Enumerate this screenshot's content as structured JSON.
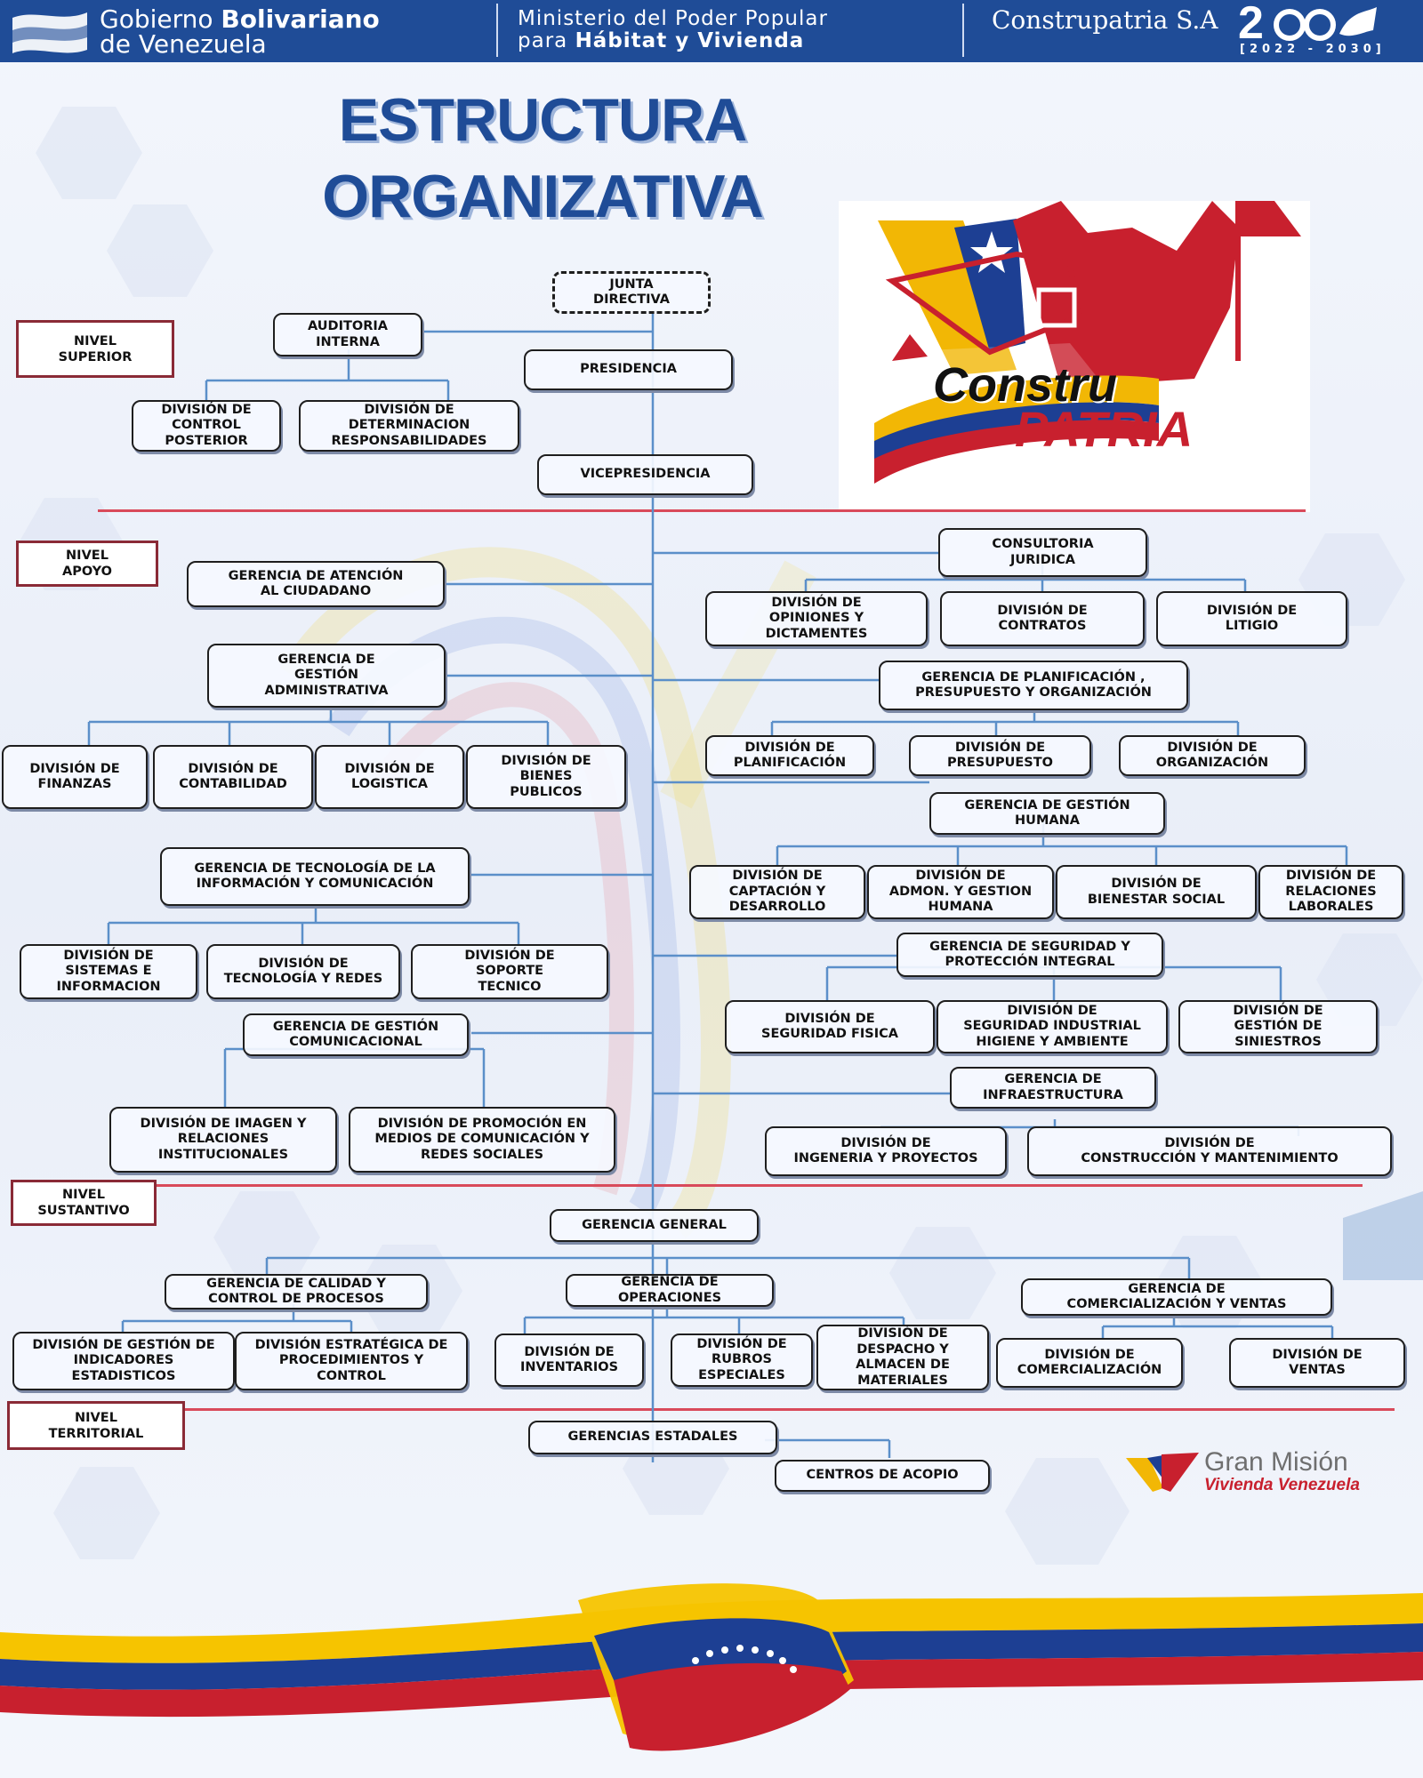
{
  "header": {
    "gov_line1_a": "Gobierno ",
    "gov_line1_b": "Bolivariano",
    "gov_line2": "de Venezuela",
    "ministry_line1": "Ministerio del Poder Popular",
    "ministry_line2_a": "para ",
    "ministry_line2_b": "Hábitat y Vivienda",
    "company": "Construpatria S.A",
    "plan_years": "[2022 - 2030]",
    "plan_mark": "2"
  },
  "title": {
    "line1": "ESTRUCTURA",
    "line2": "ORGANIZATIVA"
  },
  "logo": {
    "word1": "Constru",
    "word2": "PATRIA"
  },
  "colors": {
    "header_blue": "#1f4c97",
    "title_blue": "#1f4c97",
    "level_red": "#8a2a36",
    "line_red": "#d94a5a",
    "connector_blue": "#5b8fc9",
    "flag_yellow": "#f6c400",
    "flag_blue": "#1d3f93",
    "flag_red": "#c8202e"
  },
  "levels": {
    "superior": "NIVEL\nSUPERIOR",
    "apoyo": "NIVEL\nAPOYO",
    "sustantivo": "NIVEL\nSUSTANTIVO",
    "territorial": "NIVEL\nTERRITORIAL"
  },
  "units": {
    "junta": "JUNTA\nDIRECTIVA",
    "presidencia": "PRESIDENCIA",
    "auditoria": "AUDITORIA\nINTERNA",
    "div_control_posterior": "DIVISIÓN DE\nCONTROL\nPOSTERIOR",
    "div_determinacion": "DIVISIÓN DE\nDETERMINACION\nRESPONSABILIDADES",
    "vicepresidencia": "VICEPRESIDENCIA",
    "atencion_ciudadano": "GERENCIA DE ATENCIÓN\nAL CIUDADANO",
    "consultoria": "CONSULTORIA\nJURIDICA",
    "div_opiniones": "DIVISIÓN DE\nOPINIONES Y\nDICTAMENTES",
    "div_contratos": "DIVISIÓN DE\nCONTRATOS",
    "div_litigio": "DIVISIÓN DE\nLITIGIO",
    "gestion_administrativa": "GERENCIA DE\nGESTIÓN\nADMINISTRATIVA",
    "div_finanzas": "DIVISIÓN DE\nFINANZAS",
    "div_contabilidad": "DIVISIÓN DE\nCONTABILIDAD",
    "div_logistica": "DIVISIÓN DE\nLOGISTICA",
    "div_bienes": "DIVISIÓN DE\nBIENES\nPUBLICOS",
    "planificacion": "GERENCIA DE PLANIFICACIÓN ,\nPRESUPUESTO Y ORGANIZACIÓN",
    "div_planificacion": "DIVISIÓN DE\nPLANIFICACIÓN",
    "div_presupuesto": "DIVISIÓN DE\nPRESUPUESTO",
    "div_organizacion": "DIVISIÓN DE\nORGANIZACIÓN",
    "gestion_humana": "GERENCIA DE GESTIÓN\nHUMANA",
    "tecnologia": "GERENCIA DE TECNOLOGÍA DE LA\nINFORMACIÓN Y COMUNICACIÓN",
    "div_captacion": "DIVISIÓN DE\nCAPTACIÓN Y\nDESARROLLO",
    "div_admon": "DIVISIÓN DE\nADMON. Y GESTION\nHUMANA",
    "div_bienestar": "DIVISIÓN DE\nBIENESTAR SOCIAL",
    "div_relaciones": "DIVISIÓN DE\nRELACIONES\nLABORALES",
    "div_sistemas": "DIVISIÓN DE\nSISTEMAS E\nINFORMACION",
    "div_tec_redes": "DIVISIÓN DE\nTECNOLOGÍA Y REDES",
    "div_soporte": "DIVISIÓN DE\nSOPORTE\nTECNICO",
    "seguridad": "GERENCIA DE SEGURIDAD Y\nPROTECCIÓN INTEGRAL",
    "gestion_comunicacional": "GERENCIA DE GESTIÓN\nCOMUNICACIONAL",
    "div_seg_fisica": "DIVISIÓN DE\nSEGURIDAD FISICA",
    "div_seg_industrial": "DIVISIÓN DE\nSEGURIDAD INDUSTRIAL\nHIGIENE Y AMBIENTE",
    "div_siniestros": "DIVISIÓN DE\nGESTIÓN DE\nSINIESTROS",
    "infraestructura": "GERENCIA DE\nINFRAESTRUCTURA",
    "div_imagen": "DIVISIÓN DE IMAGEN Y\nRELACIONES\nINSTITUCIONALES",
    "div_promocion": "DIVISIÓN DE PROMOCIÓN EN\nMEDIOS DE COMUNICACIÓN Y\nREDES SOCIALES",
    "div_ingenieria": "DIVISIÓN DE\nINGENERIA Y PROYECTOS",
    "div_construccion": "DIVISIÓN DE\nCONSTRUCCIÓN Y MANTENIMIENTO",
    "gerencia_general": "GERENCIA GENERAL",
    "calidad": "GERENCIA DE CALIDAD Y\nCONTROL DE PROCESOS",
    "operaciones": "GERENCIA DE\nOPERACIONES",
    "comercializacion": "GERENCIA DE\nCOMERCIALIZACIÓN Y VENTAS",
    "div_indicadores": "DIVISIÓN DE GESTIÓN DE\nINDICADORES\nESTADISTICOS",
    "div_estrategica": "DIVISIÓN ESTRATÉGICA DE\nPROCEDIMIENTOS Y\nCONTROL",
    "div_inventarios": "DIVISIÓN DE\nINVENTARIOS",
    "div_rubros": "DIVISIÓN DE\nRUBROS\nESPECIALES",
    "div_despacho": "DIVISIÓN DE\nDESPACHO Y\nALMACEN DE\nMATERIALES",
    "div_comercializacion": "DIVISIÓN DE\nCOMERCIALIZACIÓN",
    "div_ventas": "DIVISIÓN DE\nVENTAS",
    "estadales": "GERENCIAS ESTADALES",
    "acopio": "CENTROS DE ACOPIO"
  },
  "gran_mision": {
    "line1": "Gran Misión",
    "line2": "Vivienda Venezuela"
  }
}
